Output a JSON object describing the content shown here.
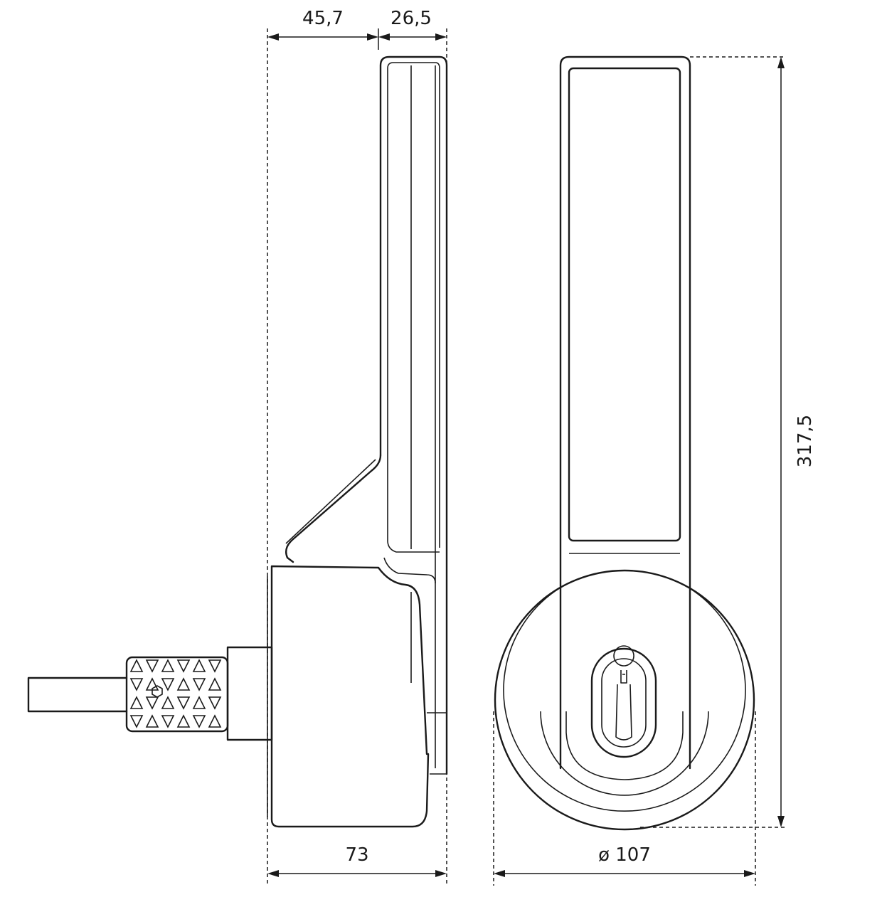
{
  "dimensions": {
    "top_left": "45,7",
    "top_right": "26,5",
    "height": "317,5",
    "depth": "73",
    "diameter": "ø 107"
  }
}
